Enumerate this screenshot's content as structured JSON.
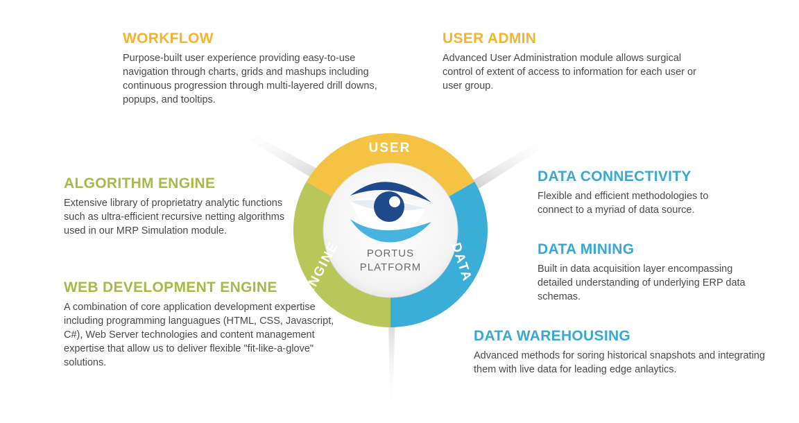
{
  "center": {
    "line1": "PORTUS",
    "line2": "PLATFORM"
  },
  "ring": {
    "top": "USER",
    "right": "DATA",
    "left": "ENGINE"
  },
  "colors": {
    "yellow": "#f4c343",
    "green": "#b8c65a",
    "blue": "#3aaed7",
    "eye_navy": "#1e4a8c",
    "eye_light": "#49b3e0"
  },
  "blocks": {
    "workflow": {
      "title": "WORKFLOW",
      "text": "Purpose-built user experience providing easy-to-use navigation through charts, grids and mashups including continuous progression through multi-layered drill downs, popups, and tooltips."
    },
    "user_admin": {
      "title": "USER ADMIN",
      "text": "Advanced User Administration module allows surgical control of extent of access to information for each user or user group."
    },
    "algorithm_engine": {
      "title": "ALGORITHM ENGINE",
      "text": "Extensive library of proprietatry analytic functions such as ultra-efficient recursive netting algorithms used in our MRP Simulation module."
    },
    "web_dev_engine": {
      "title": "WEB DEVELOPMENT ENGINE",
      "text": "A combination of core application development expertise including programming languagues (HTML, CSS, Javascript, C#), Web Server technologies and content management expertise that allow us to deliver flexible \"fit-like-a-glove\" solutions."
    },
    "data_connectivity": {
      "title": "DATA CONNECTIVITY",
      "text": "Flexible and efficient methodologies to connect to a myriad of data source."
    },
    "data_mining": {
      "title": "DATA MINING",
      "text": "Built in data acquisition layer encompassing detailed understanding of underlying ERP data schemas."
    },
    "data_warehousing": {
      "title": "DATA WAREHOUSING",
      "text": "Advanced methods for soring historical snapshots and integrating them with live data for leading edge anlaytics."
    }
  }
}
